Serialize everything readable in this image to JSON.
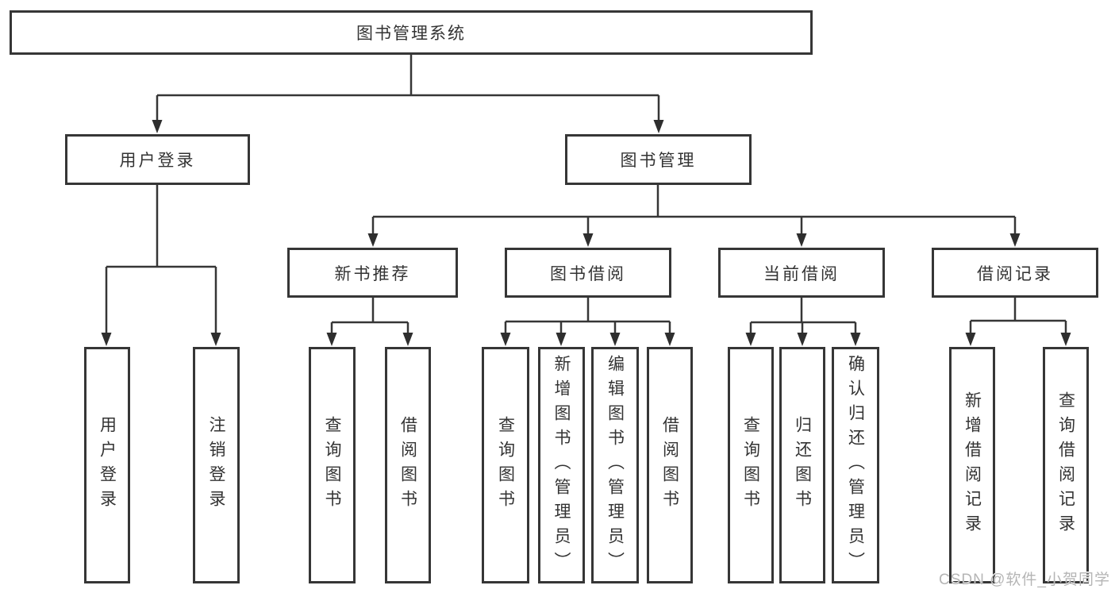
{
  "diagram_title": "图书管理系统",
  "colors": {
    "background": "#ffffff",
    "box_border": "#363636",
    "connector_line": "#363636",
    "text": "#333333",
    "watermark_text": "#b5b5b5"
  },
  "tree": {
    "label": "图书管理系统",
    "children": [
      {
        "label": "用户登录",
        "children": [
          {
            "label": "用户登录"
          },
          {
            "label": "注销登录"
          }
        ]
      },
      {
        "label": "图书管理",
        "children": [
          {
            "label": "新书推荐",
            "children": [
              {
                "label": "查询图书"
              },
              {
                "label": "借阅图书"
              }
            ]
          },
          {
            "label": "图书借阅",
            "children": [
              {
                "label": "查询图书"
              },
              {
                "label": "新增图书（管理员）"
              },
              {
                "label": "编辑图书（管理员）"
              },
              {
                "label": "借阅图书"
              }
            ]
          },
          {
            "label": "当前借阅",
            "children": [
              {
                "label": "查询图书"
              },
              {
                "label": "归还图书"
              },
              {
                "label": "确认归还（管理员）"
              }
            ]
          },
          {
            "label": "借阅记录",
            "children": [
              {
                "label": "新增借阅记录"
              },
              {
                "label": "查询借阅记录"
              }
            ]
          }
        ]
      }
    ]
  },
  "watermark": {
    "text": "CSDN @软件_小贺同学"
  }
}
